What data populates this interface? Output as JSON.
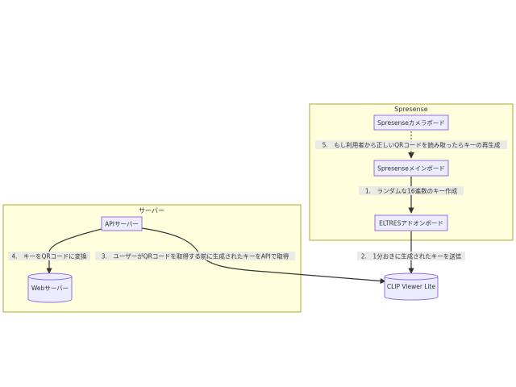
{
  "clusters": {
    "server": {
      "title": "サーバー"
    },
    "spresense": {
      "title": "Spresense"
    }
  },
  "nodes": {
    "api_server": "APIサーバー",
    "web_server": "Webサーバー",
    "spresense_camera": "Spresenseカメラボード",
    "spresense_main": "Spresenseメインボード",
    "eltres": "ELTRESアドオンボード",
    "clip_viewer": "CLIP Viewer Lite"
  },
  "edges": {
    "e1": "1.　ランダムな16進数のキー作成",
    "e2": "2.　1分おきに生成されたキーを送信",
    "e3": "3.　ユーザーがQRコードを取得する前に生成されたキーをAPIで取得",
    "e4": "4.　キーをQRコードに変換",
    "e5": "5.　もし利用者から正しいQRコードを読み取ったらキーの再生成"
  },
  "colors": {
    "cluster_fill": "#ffffde",
    "cluster_stroke": "#aaaa33",
    "node_fill": "#ececff",
    "node_stroke": "#9370db",
    "edge": "#333333"
  }
}
